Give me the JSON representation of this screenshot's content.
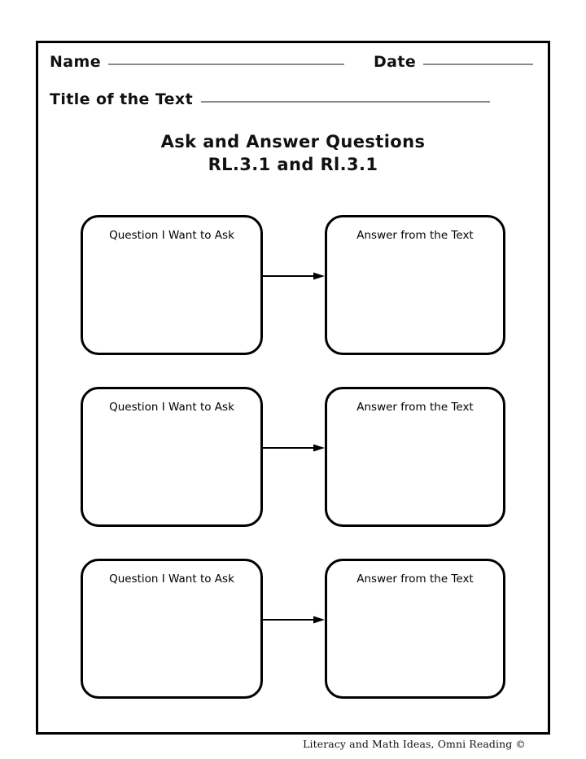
{
  "page": {
    "background_color": "#ffffff",
    "border_color": "#000000",
    "rule_color": "#8a8a8a"
  },
  "header": {
    "name_label": "Name",
    "date_label": "Date",
    "title_label": "Title of the Text"
  },
  "title": {
    "line1": "Ask and Answer Questions",
    "line2": "RL.3.1 and Rl.3.1"
  },
  "labels": {
    "question": "Question I Want to Ask",
    "answer": "Answer from the Text"
  },
  "rows": [
    {
      "question_label": "Question I Want to Ask",
      "answer_label": "Answer from the Text"
    },
    {
      "question_label": "Question I Want to Ask",
      "answer_label": "Answer from the Text"
    },
    {
      "question_label": "Question I Want to Ask",
      "answer_label": "Answer from the Text"
    }
  ],
  "footer": {
    "credit": "Literacy and Math Ideas, Omni Reading ©"
  }
}
